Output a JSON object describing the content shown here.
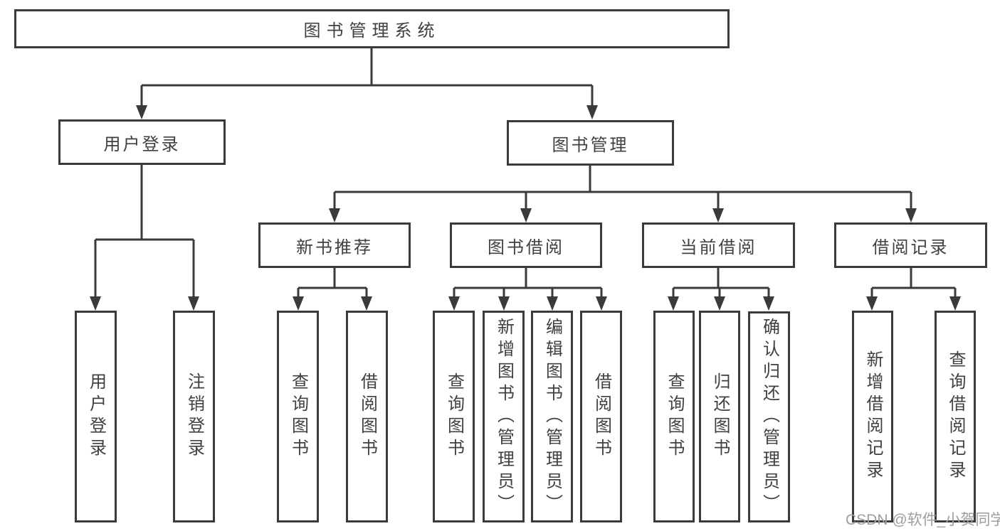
{
  "diagram": {
    "type": "hierarchy-tree",
    "colors": {
      "line": "#3a3a3a",
      "box_border": "#3a3a3a",
      "text": "#404040",
      "background": "#ffffff",
      "watermark_text_color": "#9e9e9e"
    },
    "tree": {
      "label": "图书管理系统",
      "children": [
        {
          "label": "用户登录",
          "children": [
            {
              "label": "用户登录"
            },
            {
              "label": "注销登录"
            }
          ]
        },
        {
          "label": "图书管理",
          "children": [
            {
              "label": "新书推荐",
              "children": [
                {
                  "label": "查询图书"
                },
                {
                  "label": "借阅图书"
                }
              ]
            },
            {
              "label": "图书借阅",
              "children": [
                {
                  "label": "查询图书"
                },
                {
                  "label": "新增图书（管理员）"
                },
                {
                  "label": "编辑图书（管理员）"
                },
                {
                  "label": "借阅图书"
                }
              ]
            },
            {
              "label": "当前借阅",
              "children": [
                {
                  "label": "查询图书"
                },
                {
                  "label": "归还图书"
                },
                {
                  "label": "确认归还（管理员）"
                }
              ]
            },
            {
              "label": "借阅记录",
              "children": [
                {
                  "label": "新增借阅记录"
                },
                {
                  "label": "查询借阅记录"
                }
              ]
            }
          ]
        }
      ]
    },
    "watermark": "CSDN @软件_小贺同学"
  }
}
